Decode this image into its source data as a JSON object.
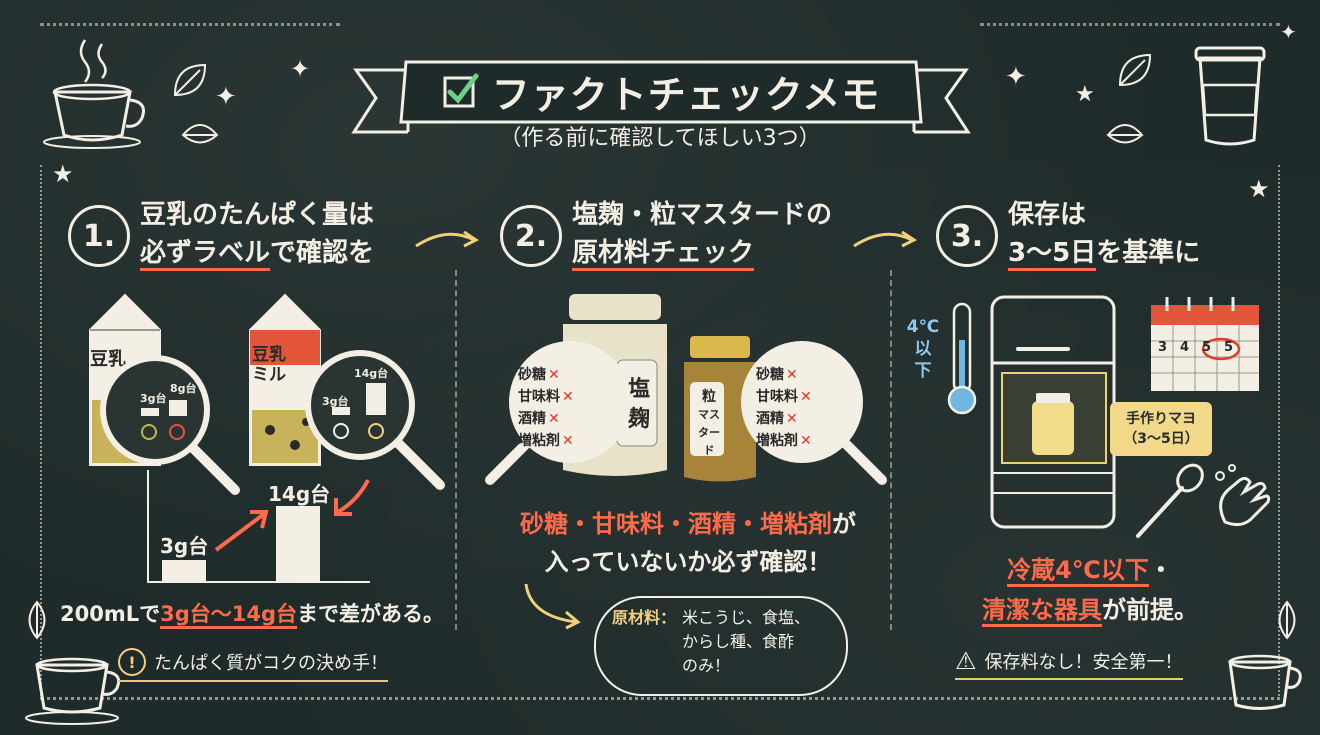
{
  "header": {
    "title": "ファクトチェックメモ",
    "subtitle": "（作る前に確認してほしい3つ）"
  },
  "section1": {
    "number": "1.",
    "heading_line1": "豆乳のたんぱく量は",
    "heading_line2_a": "必ずラベル",
    "heading_line2_b": "で確認を",
    "carton1_label": "豆乳",
    "carton2_label_line1": "豆乳",
    "carton2_label_line2": "ミル",
    "lens1_left_value": "3g台",
    "lens1_right_value": "8g台",
    "lens2_left_value": "3g台",
    "lens2_right_value": "14g台",
    "bar_small_label": "3g台",
    "bar_large_label": "14g台",
    "summary_a": "200mLで",
    "summary_b": "3g台〜14g台",
    "summary_c": "まで差がある。",
    "note": "たんぱく質がコクの決め手！",
    "note_icon": "!"
  },
  "section2": {
    "number": "2.",
    "heading_line1": "塩麹・粒マスタードの",
    "heading_line2": "原材料チェック",
    "jar1_label_line1": "塩",
    "jar1_label_line2": "麹",
    "jar2_label_line1": "粒",
    "jar2_label_line2": "マス",
    "jar2_label_line3": "タード",
    "check_items": [
      "砂糖",
      "甘味料",
      "酒精",
      "増粘剤"
    ],
    "cross_mark": "✕",
    "alert_line1": "砂糖・甘味料・酒精・増粘剤",
    "alert_line1_suffix": "が",
    "alert_line2": "入っていないか必ず確認！",
    "ingredients_label": "原材料：",
    "ingredients_line1": "米こうじ、食塩、",
    "ingredients_line2": "からし種、食酢",
    "ingredients_line3": "のみ！"
  },
  "section3": {
    "number": "3.",
    "heading_line1": "保存は",
    "heading_line2_a": "3〜5日",
    "heading_line2_b": "を基準に",
    "thermo_line1": "4℃",
    "thermo_line2": "以",
    "thermo_line3": "下",
    "calendar_days": [
      "3",
      "4",
      "5",
      "5"
    ],
    "callout_line1": "手作りマヨ",
    "callout_line2": "（3〜5日）",
    "summary_line1_a": "冷蔵4℃以下",
    "summary_line1_b": "・",
    "summary_line2_a": "清潔な器具",
    "summary_line2_b": "が前提。",
    "note": "保存料なし！安全第一！",
    "note_icon": "⚠"
  },
  "colors": {
    "board": "#1f2b2a",
    "chalk": "#f3efe4",
    "accent_red": "#ff6a4a",
    "accent_yellow": "#f2d07a",
    "cross_red": "#e03a2a"
  }
}
